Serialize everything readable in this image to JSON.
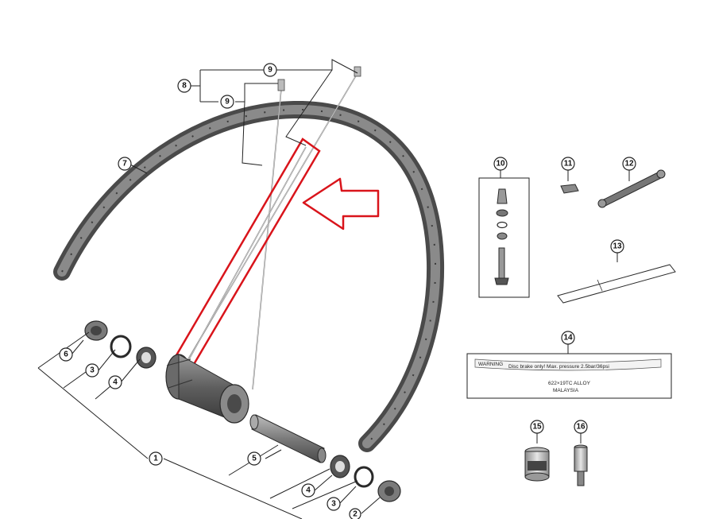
{
  "callouts": {
    "c1": "1",
    "c2": "2",
    "c3a": "3",
    "c3b": "3",
    "c4a": "4",
    "c4b": "4",
    "c5": "5",
    "c6": "6",
    "c7": "7",
    "c8": "8",
    "c9a": "9",
    "c9b": "9",
    "c10": "10",
    "c11": "11",
    "c12": "12",
    "c13": "13",
    "c14": "14",
    "c15": "15",
    "c16": "16"
  },
  "sticker": {
    "warning": "WARNING",
    "line1": "Disc brake only! Max. pressure 2.5bar/36psi",
    "line2": "622×19TC ALLOY",
    "line3": "MALAYSIA"
  },
  "colors": {
    "highlight": "#d9141b",
    "rim": "#4a4a4a",
    "hub": "#6e6e6e"
  }
}
